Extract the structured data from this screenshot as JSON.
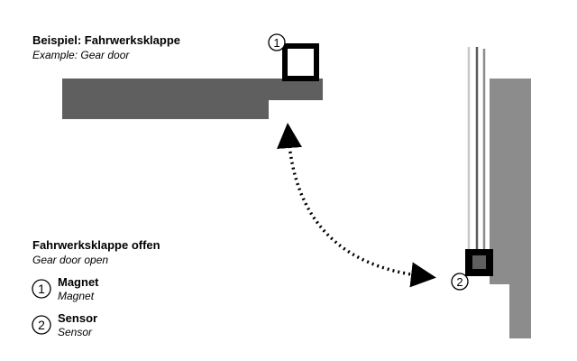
{
  "title": {
    "de": "Beispiel: Fahrwerksklappe",
    "en": "Example: Gear door"
  },
  "state": {
    "de": "Fahrwerksklappe offen",
    "en": "Gear door open"
  },
  "legend": [
    {
      "num": "1",
      "de": "Magnet",
      "en": "Magnet"
    },
    {
      "num": "2",
      "de": "Sensor",
      "en": "Sensor"
    }
  ],
  "colors": {
    "door": "#5f5f5f",
    "frame": "#8c8c8c",
    "line_light": "#c8c8c8",
    "line_dark": "#5a5a5a",
    "line_mid": "#8c8c8c"
  }
}
